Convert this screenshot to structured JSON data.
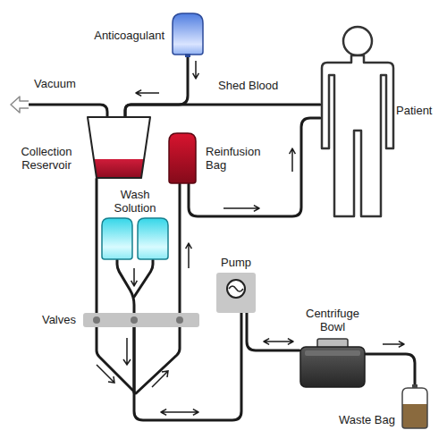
{
  "diagram": {
    "nodes": [
      {
        "text": [
          "Anticoagulant"
        ]
      },
      {
        "text": [
          "Patient"
        ]
      },
      {
        "text": [
          "Collection Reservoir"
        ]
      },
      {
        "text": [
          "Reinfusion Bag"
        ]
      },
      {
        "text": [
          "Wash Solution"
        ]
      },
      {
        "text": [
          "Pump"
        ]
      },
      {
        "text": [
          "Valves"
        ]
      },
      {
        "text": [
          "Centrifuge Bowl"
        ]
      },
      {
        "text": [
          "Waste Bag"
        ]
      }
    ],
    "edges": [
      {
        "from": 1,
        "to": 2,
        "label": "Shed Blood",
        "arrow": "to"
      },
      {
        "from": 0,
        "to": 2,
        "arrow": "to"
      },
      {
        "from": 2,
        "to": 6,
        "arrow": "to"
      },
      {
        "from": 4,
        "to": 6,
        "arrow": "to"
      },
      {
        "from": 6,
        "to": 3,
        "arrow": "to"
      },
      {
        "from": 3,
        "to": 1,
        "arrow": "to"
      },
      {
        "from": 6,
        "to": 5,
        "arrow": "both"
      },
      {
        "from": 5,
        "to": 7,
        "arrow": "both"
      },
      {
        "from": 7,
        "to": 8,
        "arrow": "to"
      }
    ],
    "labels": [
      "Vacuum"
    ]
  }
}
